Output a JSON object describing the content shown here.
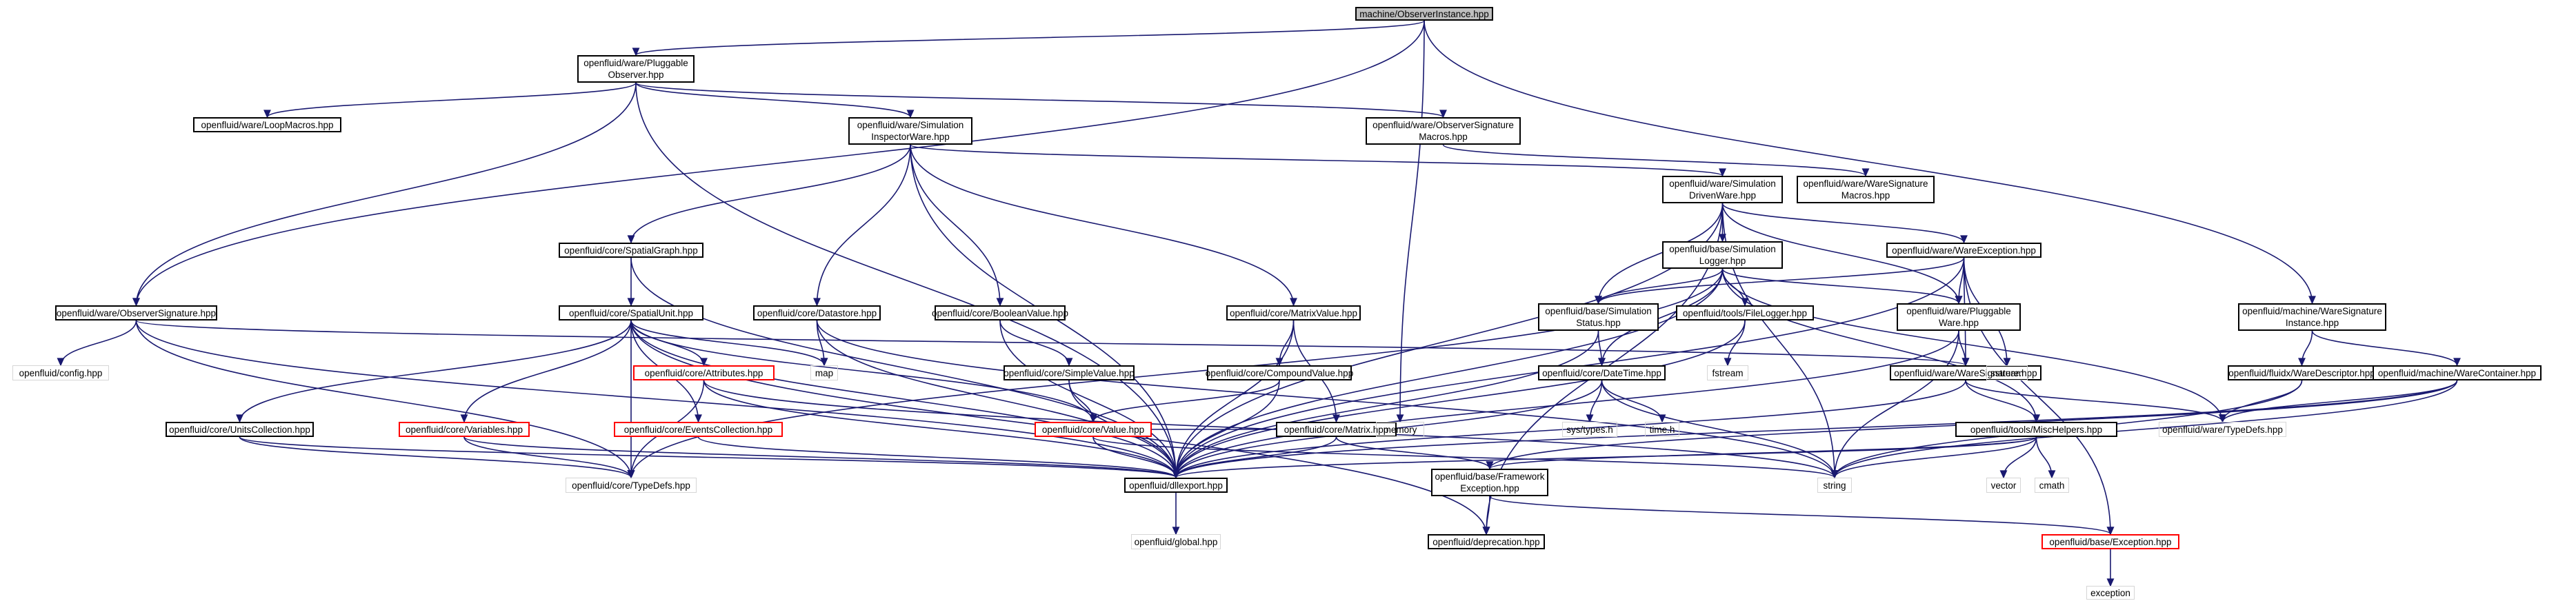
{
  "root": "machine/ObserverInstance.hpp",
  "nodes": [
    {
      "id": "n0",
      "lines": [
        "machine/ObserverInstance.hpp"
      ],
      "root": true
    },
    {
      "id": "n1",
      "lines": [
        "openfluid/ware/Pluggable",
        "Observer.hpp"
      ]
    },
    {
      "id": "n2",
      "lines": [
        "openfluid/ware/LoopMacros.hpp"
      ]
    },
    {
      "id": "n3",
      "lines": [
        "openfluid/ware/Simulation",
        "InspectorWare.hpp"
      ]
    },
    {
      "id": "n4",
      "lines": [
        "openfluid/ware/ObserverSignature",
        "Macros.hpp"
      ]
    },
    {
      "id": "n5",
      "lines": [
        "openfluid/ware/Simulation",
        "DrivenWare.hpp"
      ]
    },
    {
      "id": "n6",
      "lines": [
        "openfluid/ware/WareSignature",
        "Macros.hpp"
      ]
    },
    {
      "id": "n7",
      "lines": [
        "openfluid/core/SpatialGraph.hpp"
      ]
    },
    {
      "id": "n8",
      "lines": [
        "openfluid/base/Simulation",
        "Logger.hpp"
      ]
    },
    {
      "id": "n9",
      "lines": [
        "openfluid/ware/WareException.hpp"
      ]
    },
    {
      "id": "n10",
      "lines": [
        "openfluid/ware/ObserverSignature.hpp"
      ]
    },
    {
      "id": "n11",
      "lines": [
        "openfluid/core/SpatialUnit.hpp"
      ]
    },
    {
      "id": "n12",
      "lines": [
        "openfluid/core/Datastore.hpp"
      ]
    },
    {
      "id": "n13",
      "lines": [
        "openfluid/core/BooleanValue.hpp"
      ]
    },
    {
      "id": "n14",
      "lines": [
        "openfluid/core/MatrixValue.hpp"
      ]
    },
    {
      "id": "n15",
      "lines": [
        "openfluid/base/Simulation",
        "Status.hpp"
      ]
    },
    {
      "id": "n16",
      "lines": [
        "openfluid/tools/FileLogger.hpp"
      ]
    },
    {
      "id": "n17",
      "lines": [
        "openfluid/ware/Pluggable",
        "Ware.hpp"
      ]
    },
    {
      "id": "n18",
      "lines": [
        "openfluid/machine/WareSignature",
        "Instance.hpp"
      ]
    },
    {
      "id": "n19",
      "lines": [
        "openfluid/core/Attributes.hpp"
      ],
      "red": true
    },
    {
      "id": "n20",
      "lines": [
        "openfluid/core/SimpleValue.hpp"
      ]
    },
    {
      "id": "n21",
      "lines": [
        "openfluid/core/CompoundValue.hpp"
      ]
    },
    {
      "id": "n22",
      "lines": [
        "openfluid/core/DateTime.hpp"
      ]
    },
    {
      "id": "n23",
      "lines": [
        "openfluid/ware/WareSignature.hpp"
      ]
    },
    {
      "id": "n24",
      "lines": [
        "openfluid/fluidx/WareDescriptor.hpp"
      ]
    },
    {
      "id": "n25",
      "lines": [
        "openfluid/machine/WareContainer.hpp"
      ]
    },
    {
      "id": "n26",
      "lines": [
        "openfluid/core/UnitsCollection.hpp"
      ]
    },
    {
      "id": "n27",
      "lines": [
        "openfluid/core/Variables.hpp"
      ],
      "red": true
    },
    {
      "id": "n28",
      "lines": [
        "openfluid/core/EventsCollection.hpp"
      ],
      "red": true
    },
    {
      "id": "n29",
      "lines": [
        "openfluid/core/Value.hpp"
      ],
      "red": true
    },
    {
      "id": "n30",
      "lines": [
        "openfluid/core/Matrix.hpp"
      ]
    },
    {
      "id": "n31",
      "lines": [
        "openfluid/tools/MiscHelpers.hpp"
      ]
    },
    {
      "id": "n32",
      "lines": [
        "openfluid/dllexport.hpp"
      ]
    },
    {
      "id": "n33",
      "lines": [
        "openfluid/base/Framework",
        "Exception.hpp"
      ]
    },
    {
      "id": "n34",
      "lines": [
        "openfluid/deprecation.hpp"
      ]
    },
    {
      "id": "n35",
      "lines": [
        "openfluid/base/Exception.hpp"
      ],
      "red": true
    }
  ],
  "external": [
    {
      "id": "x0",
      "label": "openfluid/config.hpp"
    },
    {
      "id": "x1",
      "label": "map"
    },
    {
      "id": "x2",
      "label": "sstream"
    },
    {
      "id": "x3",
      "label": "fstream"
    },
    {
      "id": "x4",
      "label": "memory"
    },
    {
      "id": "x5",
      "label": "sys/types.h"
    },
    {
      "id": "x6",
      "label": "time.h"
    },
    {
      "id": "x7",
      "label": "openfluid/ware/TypeDefs.hpp"
    },
    {
      "id": "x8",
      "label": "openfluid/core/TypeDefs.hpp"
    },
    {
      "id": "x9",
      "label": "string"
    },
    {
      "id": "x10",
      "label": "vector"
    },
    {
      "id": "x11",
      "label": "cmath"
    },
    {
      "id": "x12",
      "label": "openfluid/global.hpp"
    },
    {
      "id": "x13",
      "label": "exception"
    }
  ],
  "edges": [
    [
      "n0",
      "n1"
    ],
    [
      "n0",
      "n10"
    ],
    [
      "n0",
      "n18"
    ],
    [
      "n0",
      "x4"
    ],
    [
      "n1",
      "n2"
    ],
    [
      "n1",
      "n3"
    ],
    [
      "n1",
      "n4"
    ],
    [
      "n1",
      "n10"
    ],
    [
      "n1",
      "n32"
    ],
    [
      "n3",
      "n5"
    ],
    [
      "n3",
      "n7"
    ],
    [
      "n3",
      "n12"
    ],
    [
      "n3",
      "n13"
    ],
    [
      "n3",
      "n14"
    ],
    [
      "n3",
      "n32"
    ],
    [
      "n4",
      "n6"
    ],
    [
      "n5",
      "n8"
    ],
    [
      "n5",
      "n9"
    ],
    [
      "n5",
      "n15"
    ],
    [
      "n5",
      "n17"
    ],
    [
      "n5",
      "n32"
    ],
    [
      "n5",
      "n34"
    ],
    [
      "n5",
      "x9"
    ],
    [
      "n7",
      "n11"
    ],
    [
      "n7",
      "n32"
    ],
    [
      "n8",
      "n15"
    ],
    [
      "n8",
      "n16"
    ],
    [
      "n8",
      "n17"
    ],
    [
      "n8",
      "n22"
    ],
    [
      "n8",
      "n31"
    ],
    [
      "n8",
      "n32"
    ],
    [
      "n8",
      "x8"
    ],
    [
      "n8",
      "x7"
    ],
    [
      "n9",
      "n15"
    ],
    [
      "n9",
      "n17"
    ],
    [
      "n9",
      "n23"
    ],
    [
      "n9",
      "n32"
    ],
    [
      "n9",
      "x2"
    ],
    [
      "n9",
      "n35"
    ],
    [
      "n10",
      "x0"
    ],
    [
      "n10",
      "n23"
    ],
    [
      "n10",
      "n32"
    ],
    [
      "n10",
      "x8"
    ],
    [
      "n11",
      "x1"
    ],
    [
      "n11",
      "n19"
    ],
    [
      "n11",
      "n26"
    ],
    [
      "n11",
      "n27"
    ],
    [
      "n11",
      "n28"
    ],
    [
      "n11",
      "n29"
    ],
    [
      "n11",
      "n32"
    ],
    [
      "n11",
      "x8"
    ],
    [
      "n11",
      "n34"
    ],
    [
      "n12",
      "x1"
    ],
    [
      "n12",
      "n32"
    ],
    [
      "n12",
      "x9"
    ],
    [
      "n13",
      "n20"
    ],
    [
      "n13",
      "n32"
    ],
    [
      "n14",
      "n21"
    ],
    [
      "n14",
      "n30"
    ],
    [
      "n14",
      "n32"
    ],
    [
      "n15",
      "n22"
    ],
    [
      "n15",
      "n32"
    ],
    [
      "n16",
      "x3"
    ],
    [
      "n16",
      "n32"
    ],
    [
      "n17",
      "n23"
    ],
    [
      "n17",
      "n32"
    ],
    [
      "n17",
      "x9"
    ],
    [
      "n18",
      "n24"
    ],
    [
      "n18",
      "n25"
    ],
    [
      "n19",
      "x8"
    ],
    [
      "n19",
      "n32"
    ],
    [
      "n19",
      "x9"
    ],
    [
      "n20",
      "n29"
    ],
    [
      "n20",
      "n32"
    ],
    [
      "n21",
      "n29"
    ],
    [
      "n21",
      "n32"
    ],
    [
      "n22",
      "x5"
    ],
    [
      "n22",
      "x6"
    ],
    [
      "n22",
      "n32"
    ],
    [
      "n22",
      "x9"
    ],
    [
      "n23",
      "x7"
    ],
    [
      "n23",
      "n31"
    ],
    [
      "n23",
      "n32"
    ],
    [
      "n24",
      "x7"
    ],
    [
      "n24",
      "x9"
    ],
    [
      "n25",
      "x7"
    ],
    [
      "n25",
      "n32"
    ],
    [
      "n25",
      "x9"
    ],
    [
      "n25",
      "n33"
    ],
    [
      "n26",
      "x8"
    ],
    [
      "n26",
      "n32"
    ],
    [
      "n27",
      "x8"
    ],
    [
      "n27",
      "n32"
    ],
    [
      "n28",
      "n32"
    ],
    [
      "n29",
      "n32"
    ],
    [
      "n29",
      "x4"
    ],
    [
      "n29",
      "x9"
    ],
    [
      "n30",
      "n32"
    ],
    [
      "n30",
      "n33"
    ],
    [
      "n31",
      "n32"
    ],
    [
      "n31",
      "x9"
    ],
    [
      "n31",
      "x10"
    ],
    [
      "n31",
      "x11"
    ],
    [
      "n31",
      "n33"
    ],
    [
      "n32",
      "x12"
    ],
    [
      "n33",
      "n34"
    ],
    [
      "n33",
      "n35"
    ],
    [
      "n35",
      "x13"
    ]
  ]
}
